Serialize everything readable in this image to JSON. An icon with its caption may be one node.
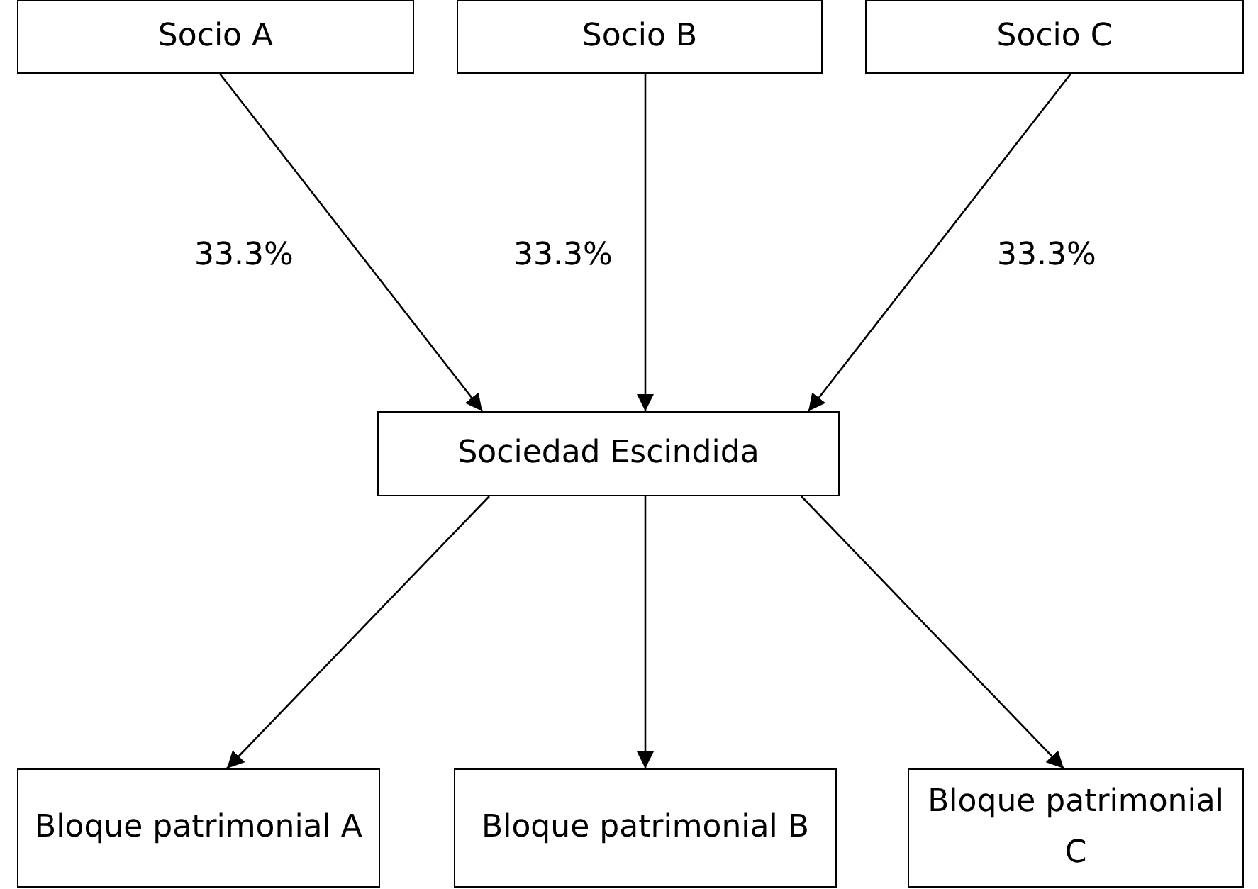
{
  "diagram": {
    "nodes": [
      {
        "text": [
          "Socio A"
        ]
      },
      {
        "text": [
          "Socio B"
        ]
      },
      {
        "text": [
          "Socio C"
        ]
      },
      {
        "text": [
          "Sociedad Escindida"
        ]
      },
      {
        "text": [
          "Bloque patrimonial A"
        ]
      },
      {
        "text": [
          "Bloque patrimonial B"
        ]
      },
      {
        "text": [
          "Bloque patrimonial C"
        ]
      }
    ],
    "edges": [
      {
        "from": 0,
        "to": 3,
        "arrow": "to",
        "label": "33.3%"
      },
      {
        "from": 1,
        "to": 3,
        "arrow": "to",
        "label": "33.3%"
      },
      {
        "from": 2,
        "to": 3,
        "arrow": "to",
        "label": "33.3%"
      },
      {
        "from": 3,
        "to": 4,
        "arrow": "to"
      },
      {
        "from": 3,
        "to": 5,
        "arrow": "to"
      },
      {
        "from": 3,
        "to": 6,
        "arrow": "to"
      }
    ]
  }
}
